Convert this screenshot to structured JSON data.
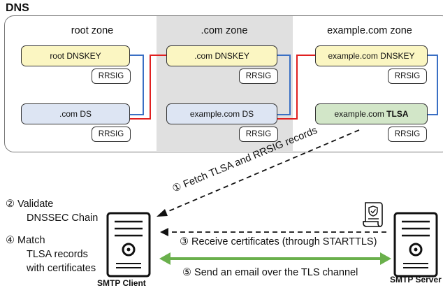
{
  "dns_title": "DNS",
  "zones": {
    "root": {
      "label": "root zone",
      "dnskey": "root DNSKEY",
      "ds": ".com DS",
      "rrsig": "RRSIG"
    },
    "com": {
      "label": ".com zone",
      "dnskey": ".com DNSKEY",
      "ds": "example.com DS",
      "rrsig": "RRSIG"
    },
    "example": {
      "label": "example.com zone",
      "dnskey": "example.com DNSKEY",
      "tlsa_prefix": "example.com ",
      "tlsa_bold": "TLSA",
      "rrsig": "RRSIG"
    }
  },
  "steps": {
    "fetch": "① Fetch TLSA and RRSIG records",
    "validate_1": "② Validate",
    "validate_2": "DNSSEC Chain",
    "receive": "③ Receive certificates (through STARTTLS)",
    "match_1": "④ Match",
    "match_2": "TLSA records",
    "match_3": "with certificates",
    "send": "⑤ Send an email over the TLS channel"
  },
  "client_label": "SMTP Client",
  "server_label": "SMTP Server",
  "colors": {
    "chain_blue": "#3a6fc4",
    "chain_red": "#e02020",
    "send_green": "#6ab04c",
    "record_yellow": "#fbf6c2",
    "record_blue": "#dde5f3",
    "record_green": "#d2e6c8"
  }
}
